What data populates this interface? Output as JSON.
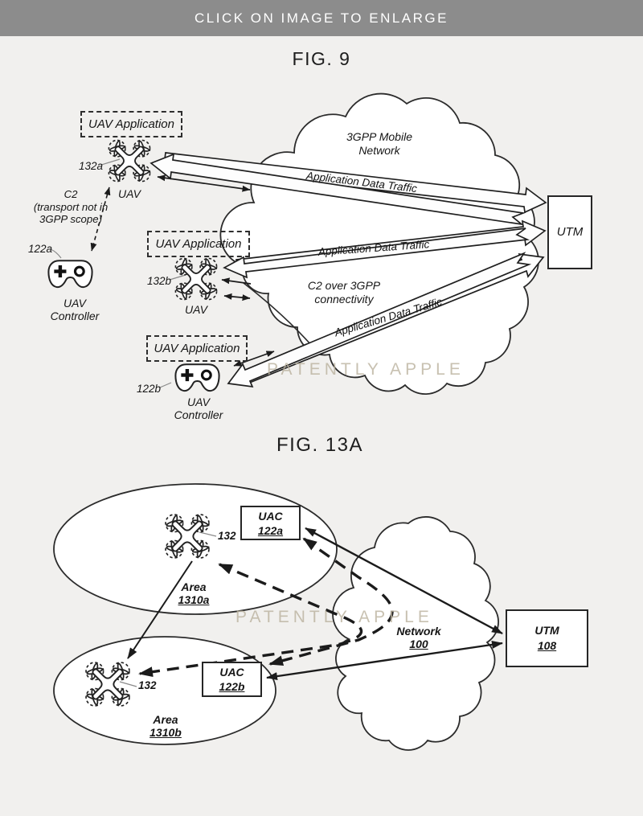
{
  "banner": {
    "label": "CLICK ON IMAGE TO ENLARGE"
  },
  "watermark": "PATENTLY APPLE",
  "fig9": {
    "title": "FIG. 9",
    "uav_app_label": "UAV Application",
    "adt_label": "Application Data Traffic",
    "cloud_line1": "3GPP Mobile",
    "cloud_line2": "Network",
    "c2_note_line1": "C2",
    "c2_note_line2": "(transport not in",
    "c2_note_line3": "3GPP scope)",
    "c2_over_line1": "C2 over 3GPP",
    "c2_over_line2": "connectivity",
    "utm": "UTM",
    "uav_label": "UAV",
    "controller_label": "Controller",
    "refs": {
      "uav1": "132a",
      "uav2": "132b",
      "ctrl1": "122a",
      "ctrl2": "122b"
    }
  },
  "fig13a": {
    "title": "FIG. 13A",
    "uac_label": "UAC",
    "uac_a_ref": "122a",
    "uac_b_ref": "122b",
    "utm_label": "UTM",
    "utm_ref": "108",
    "network_label": "Network",
    "network_ref": "100",
    "area_label": "Area",
    "area_a_ref": "1310a",
    "area_b_ref": "1310b",
    "uav_ref": "132"
  }
}
